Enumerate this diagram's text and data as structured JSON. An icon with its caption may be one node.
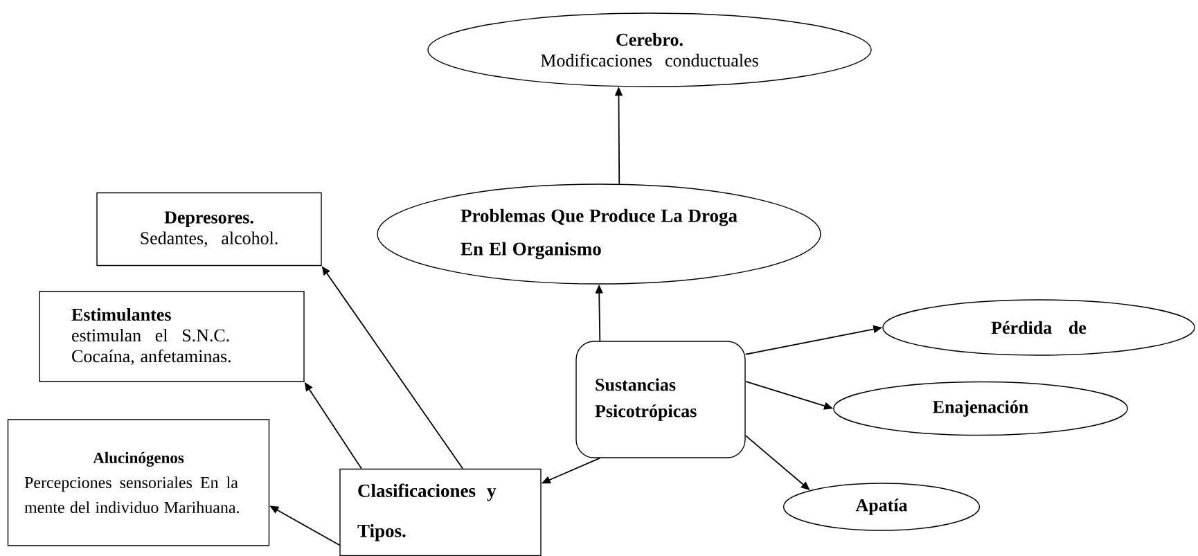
{
  "diagram": {
    "nodes": [
      {
        "text": [
          "Cerebro.",
          "Modificaciones conductuales"
        ]
      },
      {
        "text": [
          "Problemas Que Produce La Droga En El Organismo"
        ]
      },
      {
        "text": [
          "Depresores.",
          "Sedantes, alcohol."
        ]
      },
      {
        "text": [
          "Estimulantes",
          "estimulan el S.N.C. Cocaína, anfetaminas."
        ]
      },
      {
        "text": [
          "Alucinógenos",
          "Percepciones sensoriales En la mente del individuo Marihuana."
        ]
      },
      {
        "text": [
          "Sustancias Psicotrópicas"
        ]
      },
      {
        "text": [
          "Clasificaciones y Tipos."
        ]
      },
      {
        "text": [
          "Pérdida de"
        ]
      },
      {
        "text": [
          "Enajenación"
        ]
      },
      {
        "text": [
          "Apatía"
        ]
      }
    ],
    "edges": [
      {
        "from": 1,
        "to": 0,
        "arrow": "to"
      },
      {
        "from": 5,
        "to": 1,
        "arrow": "to"
      },
      {
        "from": 5,
        "to": 7,
        "arrow": "to"
      },
      {
        "from": 5,
        "to": 8,
        "arrow": "to"
      },
      {
        "from": 5,
        "to": 9,
        "arrow": "to"
      },
      {
        "from": 5,
        "to": 6,
        "arrow": "to"
      },
      {
        "from": 6,
        "to": 2,
        "arrow": "to"
      },
      {
        "from": 6,
        "to": 3,
        "arrow": "to"
      },
      {
        "from": 6,
        "to": 4,
        "arrow": "to"
      }
    ]
  }
}
